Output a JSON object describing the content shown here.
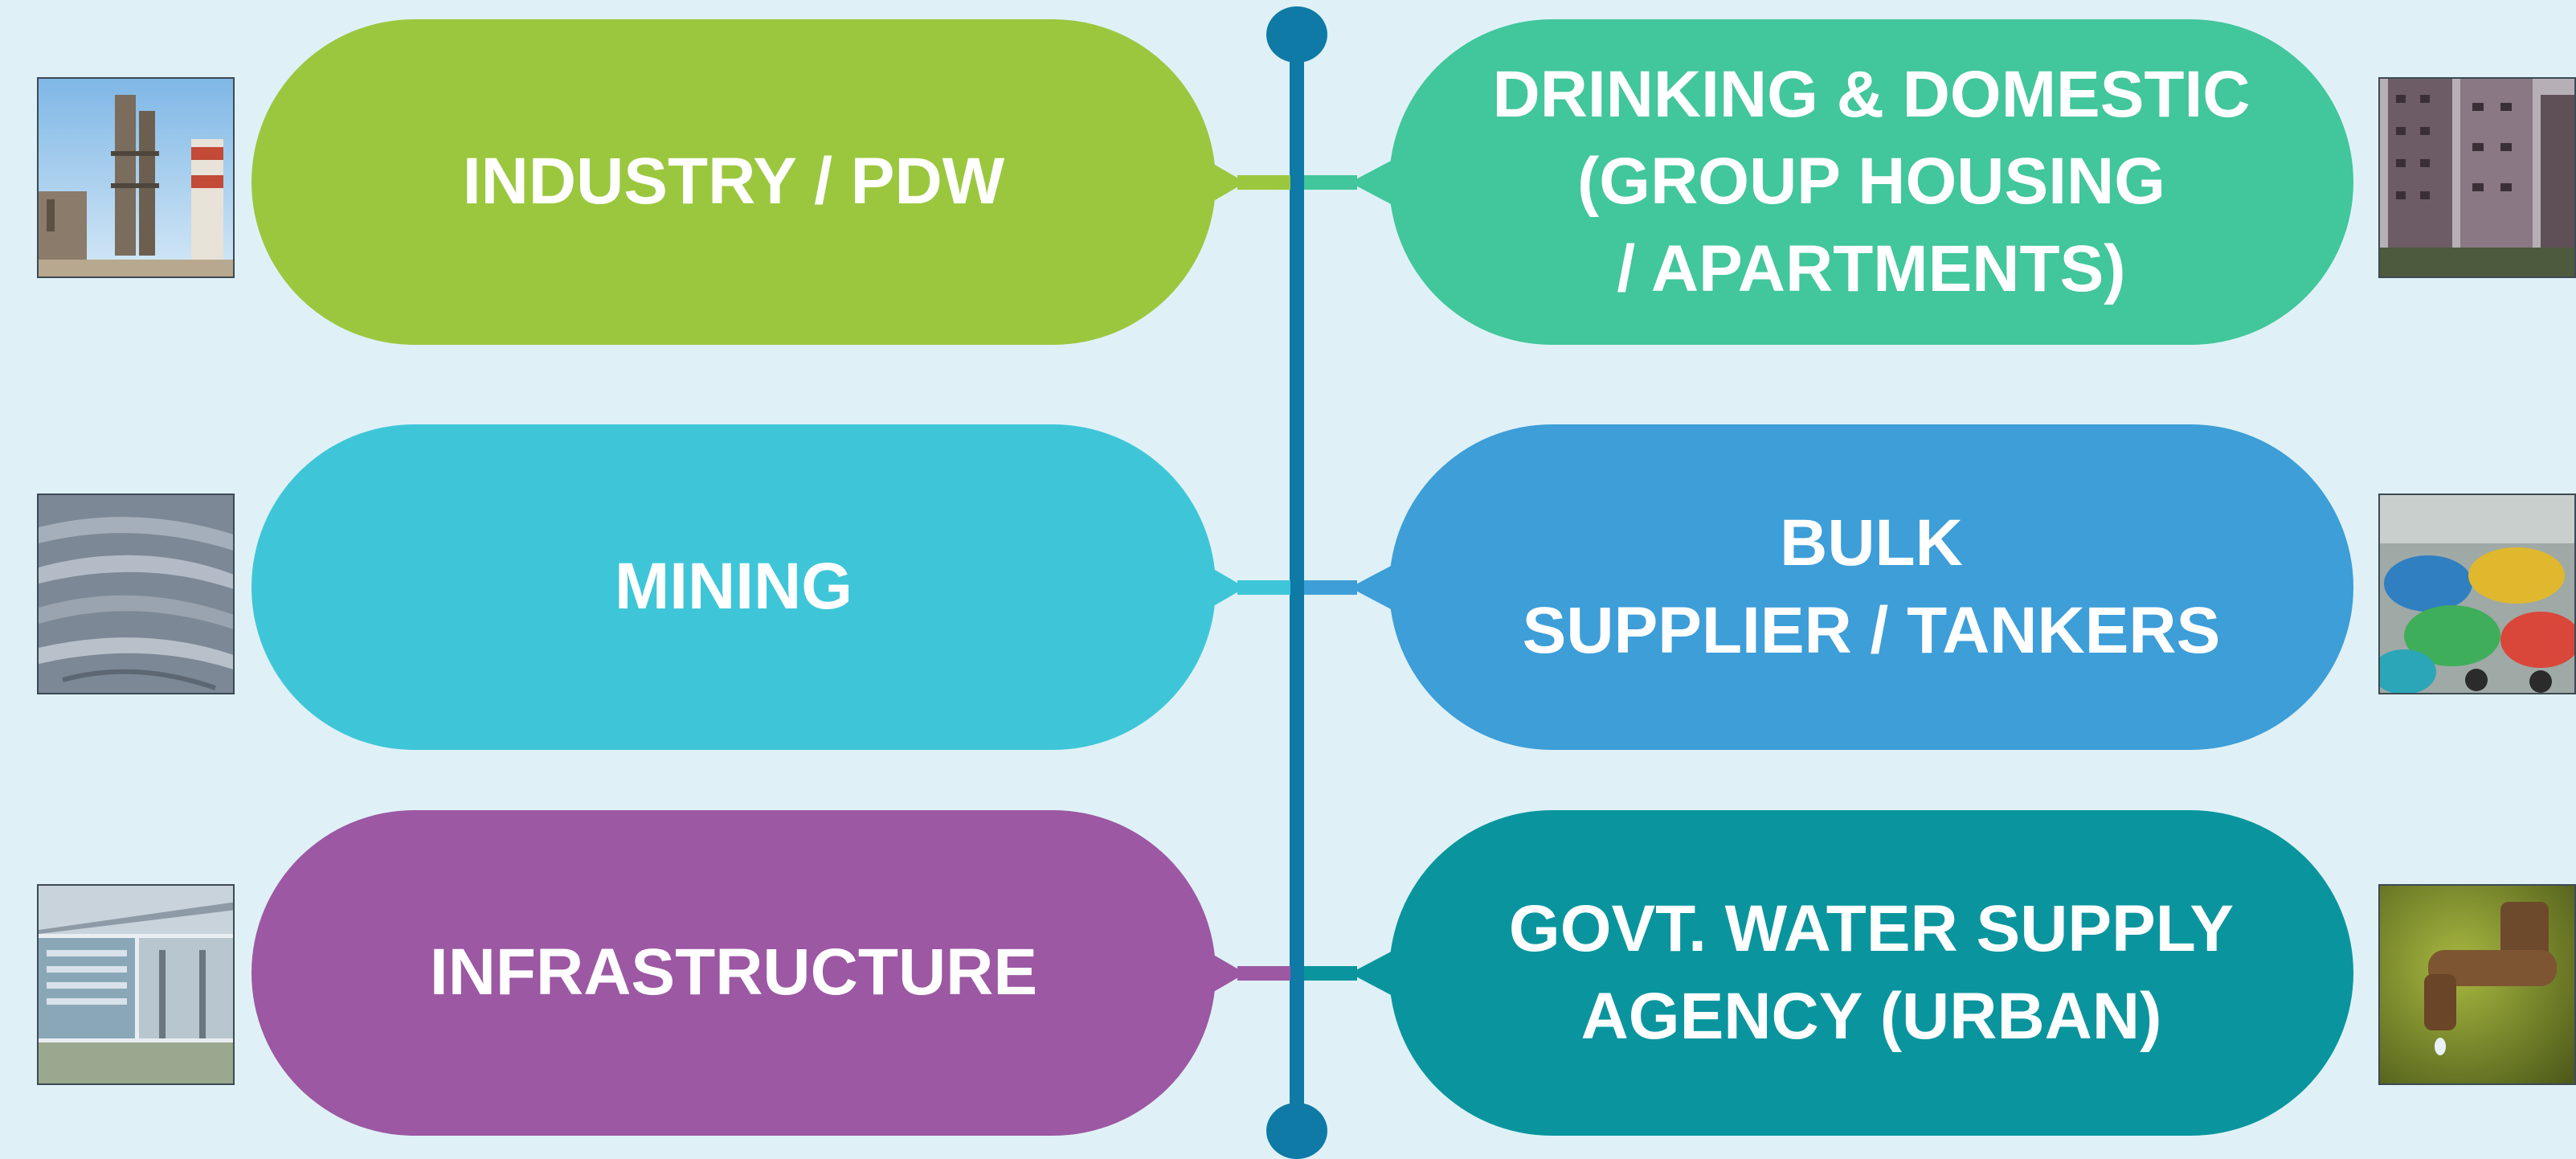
{
  "diagram": {
    "left": [
      {
        "label": "INDUSTRY / PDW",
        "color": "#9bc73f",
        "image": "industrial-plant-photo"
      },
      {
        "label": "MINING",
        "color": "#3ec6d8",
        "image": "open-pit-mine-photo"
      },
      {
        "label": "INFRASTRUCTURE",
        "color": "#9c58a3",
        "image": "infrastructure-collage-photo"
      }
    ],
    "right": [
      {
        "label": "DRINKING & DOMESTIC\n(GROUP HOUSING\n/ APARTMENTS)",
        "color": "#42c69b",
        "image": "apartment-towers-photo"
      },
      {
        "label": "BULK\nSUPPLIER / TANKERS",
        "color": "#3d9ed8",
        "image": "water-tankers-photo"
      },
      {
        "label": "GOVT. WATER SUPPLY\nAGENCY (URBAN)",
        "color": "#0a959e",
        "image": "water-tap-photo"
      }
    ],
    "spine_color": "#0f7aa6",
    "background": "#dff1f7"
  }
}
